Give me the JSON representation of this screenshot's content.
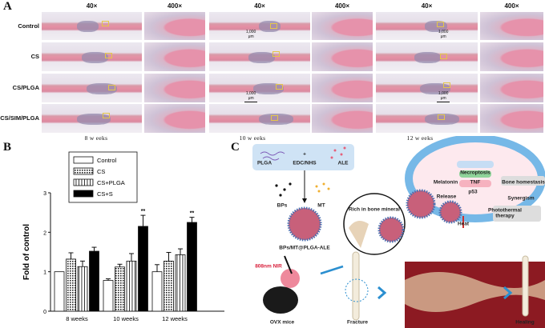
{
  "panel_a": {
    "label": "A",
    "column_headers": [
      "40×",
      "400×",
      "40×",
      "400×",
      "40×",
      "400×"
    ],
    "row_labels": [
      "Control",
      "CS",
      "CS/PLGA",
      "CS/SIM/PLGA"
    ],
    "week_labels": [
      "8 w eeks",
      "10 w eeks",
      "12 w eeks"
    ],
    "scale_bar": "1,000 μm"
  },
  "panel_b": {
    "label": "B"
  },
  "chart_data": {
    "type": "bar",
    "categories": [
      "8 weeks",
      "10 weeks",
      "12 weeks"
    ],
    "series": [
      {
        "name": "Control",
        "values": [
          1.0,
          0.78,
          1.0
        ],
        "errors": [
          0,
          0.04,
          0.18
        ],
        "fill": "#ffffff"
      },
      {
        "name": "CS",
        "values": [
          1.32,
          1.12,
          1.27
        ],
        "errors": [
          0.16,
          0.07,
          0.22
        ],
        "fill": "dots"
      },
      {
        "name": "CS+PLGA",
        "values": [
          1.13,
          1.27,
          1.43
        ],
        "errors": [
          0.14,
          0.19,
          0.15
        ],
        "fill": "vstripes"
      },
      {
        "name": "CS+S",
        "values": [
          1.52,
          2.15,
          2.25
        ],
        "errors": [
          0.1,
          0.28,
          0.13
        ],
        "fill": "#000000"
      }
    ],
    "annotations": [
      {
        "category": "10 weeks",
        "series": "CS+S",
        "text": "**"
      },
      {
        "category": "12 weeks",
        "series": "CS+S",
        "text": "**"
      }
    ],
    "ylabel": "Fold of control",
    "xlabel": "",
    "ylim": [
      0,
      3
    ],
    "yticks": [
      0,
      1,
      2,
      3
    ],
    "legend": "top-left"
  },
  "panel_c": {
    "label": "C",
    "labels": {
      "plga": "PLGA",
      "plus": "+",
      "edc": "EDC/NHS",
      "ale": "ALE",
      "bps": "BPs",
      "mt": "MT",
      "nano": "BPs/MT@PLGA-ALE",
      "nir": "808nm NIR",
      "mice": "OVX mice",
      "fracture": "Fracture",
      "rich": "Rich in bone mineral",
      "necroptosis": "Necroptosis",
      "melatonin": "Melatonin",
      "tnf": "TNF",
      "p53": "p53",
      "release": "Release",
      "bone": "Bone homestasis",
      "synergism": "Synergism",
      "photo1": "Photothermal",
      "photo2": "therapy",
      "heat": "Heat",
      "healing": "Healing"
    }
  }
}
